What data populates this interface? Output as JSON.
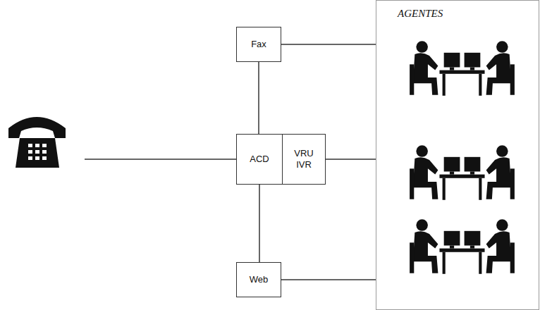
{
  "diagram": {
    "nodes": [
      {
        "text": [
          "Fax"
        ]
      },
      {
        "text": [
          "ACD"
        ]
      },
      {
        "text": [
          "VRU IVR"
        ]
      },
      {
        "text": [
          "Web"
        ]
      },
      {
        "text": [
          "AGENTES"
        ]
      }
    ],
    "edges": [
      {
        "from": 0,
        "to": 4,
        "arrow": "none"
      },
      {
        "from": 0,
        "to": 1,
        "arrow": "none"
      },
      {
        "from": 1,
        "to": 3,
        "arrow": "none"
      },
      {
        "from": 2,
        "to": 4,
        "arrow": "none"
      },
      {
        "from": 3,
        "to": 4,
        "arrow": "none"
      }
    ]
  }
}
